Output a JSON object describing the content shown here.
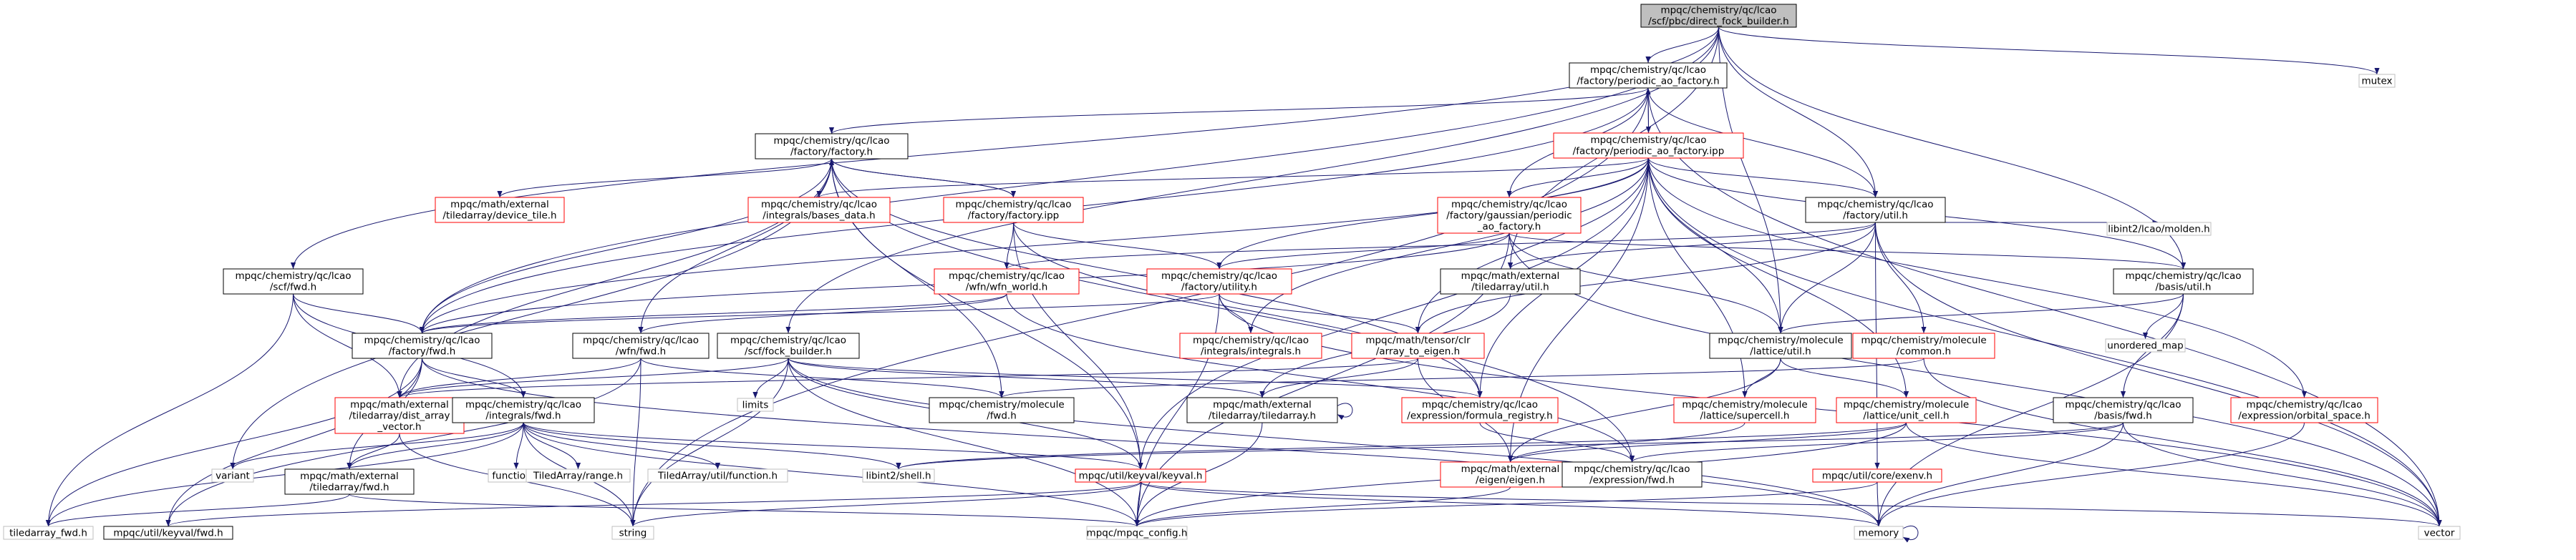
{
  "graph": {
    "colors": {
      "edge": "#191970",
      "box_root_fill": "#bfbfbf",
      "box_black_stroke": "#000000",
      "box_red_stroke": "#ff0000",
      "box_gray_stroke": "#bfbfbf",
      "box_fill": "#ffffff"
    },
    "nodes": [
      {
        "id": "root",
        "style": "root",
        "lines": [
          "mpqc/chemistry/qc/lcao",
          "/scf/pbc/direct_fock_builder.h"
        ]
      },
      {
        "id": "pao",
        "style": "black",
        "lines": [
          "mpqc/chemistry/qc/lcao",
          "/factory/periodic_ao_factory.h"
        ]
      },
      {
        "id": "mutex",
        "style": "gray",
        "lines": [
          "mutex"
        ]
      },
      {
        "id": "facth",
        "style": "black",
        "lines": [
          "mpqc/chemistry/qc/lcao",
          "/factory/factory.h"
        ]
      },
      {
        "id": "paoipp",
        "style": "red",
        "lines": [
          "mpqc/chemistry/qc/lcao",
          "/factory/periodic_ao_factory.ipp"
        ]
      },
      {
        "id": "devtile",
        "style": "red",
        "lines": [
          "mpqc/math/external",
          "/tiledarray/device_tile.h"
        ]
      },
      {
        "id": "basesdata",
        "style": "red",
        "lines": [
          "mpqc/chemistry/qc/lcao",
          "/integrals/bases_data.h"
        ]
      },
      {
        "id": "factipp",
        "style": "red",
        "lines": [
          "mpqc/chemistry/qc/lcao",
          "/factory/factory.ipp"
        ]
      },
      {
        "id": "gpao",
        "style": "red",
        "lines": [
          "mpqc/chemistry/qc/lcao",
          "/factory/gaussian/periodic",
          "_ao_factory.h"
        ]
      },
      {
        "id": "futil",
        "style": "black",
        "lines": [
          "mpqc/chemistry/qc/lcao",
          "/factory/util.h"
        ]
      },
      {
        "id": "molden",
        "style": "gray",
        "lines": [
          "libint2/lcao/molden.h"
        ]
      },
      {
        "id": "scffwd",
        "style": "black",
        "lines": [
          "mpqc/chemistry/qc/lcao",
          "/scf/fwd.h"
        ]
      },
      {
        "id": "wfnworld",
        "style": "red",
        "lines": [
          "mpqc/chemistry/qc/lcao",
          "/wfn/wfn_world.h"
        ]
      },
      {
        "id": "futility",
        "style": "red",
        "lines": [
          "mpqc/chemistry/qc/lcao",
          "/factory/utility.h"
        ]
      },
      {
        "id": "tautil",
        "style": "black",
        "lines": [
          "mpqc/math/external",
          "/tiledarray/util.h"
        ]
      },
      {
        "id": "basisutil",
        "style": "black",
        "lines": [
          "mpqc/chemistry/qc/lcao",
          "/basis/util.h"
        ]
      },
      {
        "id": "factfwd",
        "style": "black",
        "lines": [
          "mpqc/chemistry/qc/lcao",
          "/factory/fwd.h"
        ]
      },
      {
        "id": "wfnfwd",
        "style": "black",
        "lines": [
          "mpqc/chemistry/qc/lcao",
          "/wfn/fwd.h"
        ]
      },
      {
        "id": "fockb",
        "style": "black",
        "lines": [
          "mpqc/chemistry/qc/lcao",
          "/scf/fock_builder.h"
        ]
      },
      {
        "id": "intint",
        "style": "red",
        "lines": [
          "mpqc/chemistry/qc/lcao",
          "/integrals/integrals.h"
        ]
      },
      {
        "id": "a2e",
        "style": "red",
        "lines": [
          "mpqc/math/tensor/clr",
          "/array_to_eigen.h"
        ]
      },
      {
        "id": "latutil",
        "style": "black",
        "lines": [
          "mpqc/chemistry/molecule",
          "/lattice/util.h"
        ]
      },
      {
        "id": "common",
        "style": "red",
        "lines": [
          "mpqc/chemistry/molecule",
          "/common.h"
        ]
      },
      {
        "id": "umap",
        "style": "gray",
        "lines": [
          "unordered_map"
        ]
      },
      {
        "id": "distarr",
        "style": "red",
        "lines": [
          "mpqc/math/external",
          "/tiledarray/dist_array",
          "_vector.h"
        ]
      },
      {
        "id": "intfwd",
        "style": "black",
        "lines": [
          "mpqc/chemistry/qc/lcao",
          "/integrals/fwd.h"
        ]
      },
      {
        "id": "limits",
        "style": "gray",
        "lines": [
          "limits"
        ]
      },
      {
        "id": "molfwd",
        "style": "black",
        "lines": [
          "mpqc/chemistry/molecule",
          "/fwd.h"
        ]
      },
      {
        "id": "tatiledarray",
        "style": "black",
        "lines": [
          "mpqc/math/external",
          "/tiledarray/tiledarray.h"
        ]
      },
      {
        "id": "formreg",
        "style": "red",
        "lines": [
          "mpqc/chemistry/qc/lcao",
          "/expression/formula_registry.h"
        ]
      },
      {
        "id": "supercell",
        "style": "red",
        "lines": [
          "mpqc/chemistry/molecule",
          "/lattice/supercell.h"
        ]
      },
      {
        "id": "unitcell",
        "style": "red",
        "lines": [
          "mpqc/chemistry/molecule",
          "/lattice/unit_cell.h"
        ]
      },
      {
        "id": "basisfwd",
        "style": "black",
        "lines": [
          "mpqc/chemistry/qc/lcao",
          "/basis/fwd.h"
        ]
      },
      {
        "id": "orbspace",
        "style": "red",
        "lines": [
          "mpqc/chemistry/qc/lcao",
          "/expression/orbital_space.h"
        ]
      },
      {
        "id": "variant",
        "style": "gray",
        "lines": [
          "variant"
        ]
      },
      {
        "id": "tafwd",
        "style": "black",
        "lines": [
          "mpqc/math/external",
          "/tiledarray/fwd.h"
        ]
      },
      {
        "id": "functional",
        "style": "gray",
        "lines": [
          "functional"
        ]
      },
      {
        "id": "tarange",
        "style": "gray",
        "lines": [
          "TiledArray/range.h"
        ]
      },
      {
        "id": "tafunc",
        "style": "gray",
        "lines": [
          "TiledArray/util/function.h"
        ]
      },
      {
        "id": "shell",
        "style": "gray",
        "lines": [
          "libint2/shell.h"
        ]
      },
      {
        "id": "keyval",
        "style": "red",
        "lines": [
          "mpqc/util/keyval/keyval.h"
        ]
      },
      {
        "id": "eigen",
        "style": "red",
        "lines": [
          "mpqc/math/external",
          "/eigen/eigen.h"
        ]
      },
      {
        "id": "exprfwd",
        "style": "black",
        "lines": [
          "mpqc/chemistry/qc/lcao",
          "/expression/fwd.h"
        ]
      },
      {
        "id": "exenv",
        "style": "red",
        "lines": [
          "mpqc/util/core/exenv.h"
        ]
      },
      {
        "id": "tiledfwd",
        "style": "gray",
        "lines": [
          "tiledarray_fwd.h"
        ]
      },
      {
        "id": "keyvalfwd",
        "style": "black",
        "lines": [
          "mpqc/util/keyval/fwd.h"
        ]
      },
      {
        "id": "string",
        "style": "gray",
        "lines": [
          "string"
        ]
      },
      {
        "id": "config",
        "style": "gray",
        "lines": [
          "mpqc/mpqc_config.h"
        ]
      },
      {
        "id": "memory",
        "style": "gray",
        "lines": [
          "memory"
        ]
      },
      {
        "id": "vector",
        "style": "gray",
        "lines": [
          "vector"
        ]
      }
    ],
    "edges": [
      [
        "root",
        "pao"
      ],
      [
        "root",
        "mutex"
      ],
      [
        "root",
        "futil"
      ],
      [
        "root",
        "scffwd"
      ],
      [
        "root",
        "tautil"
      ],
      [
        "root",
        "basisutil"
      ],
      [
        "root",
        "factfwd"
      ],
      [
        "root",
        "fockb"
      ],
      [
        "root",
        "latutil"
      ],
      [
        "pao",
        "facth"
      ],
      [
        "pao",
        "paoipp"
      ],
      [
        "pao",
        "futil"
      ],
      [
        "pao",
        "factfwd"
      ],
      [
        "pao",
        "vector"
      ],
      [
        "pao",
        "string"
      ],
      [
        "facth",
        "devtile"
      ],
      [
        "facth",
        "factipp"
      ],
      [
        "facth",
        "factfwd"
      ],
      [
        "facth",
        "wfnfwd"
      ],
      [
        "facth",
        "distarr"
      ],
      [
        "facth",
        "molfwd"
      ],
      [
        "facth",
        "formreg"
      ],
      [
        "facth",
        "exprfwd"
      ],
      [
        "facth",
        "variant"
      ],
      [
        "facth",
        "keyval"
      ],
      [
        "paoipp",
        "pao"
      ],
      [
        "paoipp",
        "basesdata"
      ],
      [
        "paoipp",
        "gpao"
      ],
      [
        "paoipp",
        "futil"
      ],
      [
        "paoipp",
        "futility"
      ],
      [
        "paoipp",
        "basisutil"
      ],
      [
        "paoipp",
        "intint"
      ],
      [
        "paoipp",
        "a2e"
      ],
      [
        "paoipp",
        "latutil"
      ],
      [
        "paoipp",
        "supercell"
      ],
      [
        "paoipp",
        "unitcell"
      ],
      [
        "paoipp",
        "factfwd"
      ],
      [
        "paoipp",
        "formreg"
      ],
      [
        "paoipp",
        "keyval"
      ],
      [
        "paoipp",
        "eigen"
      ],
      [
        "paoipp",
        "vector"
      ],
      [
        "paoipp",
        "orbspace"
      ],
      [
        "factipp",
        "facth"
      ],
      [
        "factipp",
        "wfnworld"
      ],
      [
        "factipp",
        "futility"
      ],
      [
        "factipp",
        "keyval"
      ],
      [
        "factipp",
        "formreg"
      ],
      [
        "gpao",
        "pao"
      ],
      [
        "gpao",
        "futility"
      ],
      [
        "gpao",
        "basisutil"
      ],
      [
        "gpao",
        "latutil"
      ],
      [
        "gpao",
        "factfwd"
      ],
      [
        "gpao",
        "vector"
      ],
      [
        "gpao",
        "config"
      ],
      [
        "futil",
        "tautil"
      ],
      [
        "futil",
        "a2e"
      ],
      [
        "futil",
        "latutil"
      ],
      [
        "futil",
        "common"
      ],
      [
        "futil",
        "wfnworld"
      ],
      [
        "futil",
        "molden"
      ],
      [
        "futil",
        "exenv"
      ],
      [
        "futil",
        "vector"
      ],
      [
        "scffwd",
        "factfwd"
      ],
      [
        "scffwd",
        "intfwd"
      ],
      [
        "scffwd",
        "distarr"
      ],
      [
        "scffwd",
        "tiledfwd"
      ],
      [
        "wfnworld",
        "wfnfwd"
      ],
      [
        "wfnworld",
        "factfwd"
      ],
      [
        "wfnworld",
        "exprfwd"
      ],
      [
        "futility",
        "intint"
      ],
      [
        "futility",
        "a2e"
      ],
      [
        "futility",
        "config"
      ],
      [
        "futility",
        "factfwd"
      ],
      [
        "futility",
        "vector"
      ],
      [
        "tautil",
        "tatiledarray"
      ],
      [
        "basisutil",
        "latutil"
      ],
      [
        "basisutil",
        "basisfwd"
      ],
      [
        "basisutil",
        "umap"
      ],
      [
        "basisutil",
        "memory"
      ],
      [
        "factfwd",
        "intfwd"
      ],
      [
        "factfwd",
        "tafwd"
      ],
      [
        "factfwd",
        "keyvalfwd"
      ],
      [
        "factfwd",
        "tiledfwd"
      ],
      [
        "factfwd",
        "memory"
      ],
      [
        "wfnfwd",
        "distarr"
      ],
      [
        "wfnfwd",
        "molfwd"
      ],
      [
        "wfnfwd",
        "keyvalfwd"
      ],
      [
        "wfnfwd",
        "string"
      ],
      [
        "fockb",
        "tatiledarray"
      ],
      [
        "fockb",
        "limits"
      ],
      [
        "fockb",
        "formreg"
      ],
      [
        "fockb",
        "keyval"
      ],
      [
        "fockb",
        "config"
      ],
      [
        "fockb",
        "memory"
      ],
      [
        "fockb",
        "string"
      ],
      [
        "fockb",
        "distarr"
      ],
      [
        "a2e",
        "tatiledarray"
      ],
      [
        "a2e",
        "eigen"
      ],
      [
        "a2e",
        "distarr"
      ],
      [
        "latutil",
        "supercell"
      ],
      [
        "latutil",
        "unitcell"
      ],
      [
        "latutil",
        "eigen"
      ],
      [
        "common",
        "molfwd"
      ],
      [
        "common",
        "vector"
      ],
      [
        "distarr",
        "tafwd"
      ],
      [
        "distarr",
        "string"
      ],
      [
        "intfwd",
        "variant"
      ],
      [
        "intfwd",
        "tafwd"
      ],
      [
        "intfwd",
        "functional"
      ],
      [
        "intfwd",
        "tarange"
      ],
      [
        "intfwd",
        "tafunc"
      ],
      [
        "intfwd",
        "shell"
      ],
      [
        "intfwd",
        "keyval"
      ],
      [
        "intfwd",
        "config"
      ],
      [
        "intfwd",
        "string"
      ],
      [
        "intfwd",
        "tiledfwd"
      ],
      [
        "tatiledarray",
        "tatiledarray"
      ],
      [
        "tatiledarray",
        "config"
      ],
      [
        "formreg",
        "exprfwd"
      ],
      [
        "supercell",
        "eigen"
      ],
      [
        "unitcell",
        "shell"
      ],
      [
        "unitcell",
        "eigen"
      ],
      [
        "unitcell",
        "config"
      ],
      [
        "unitcell",
        "vector"
      ],
      [
        "basisfwd",
        "shell"
      ],
      [
        "basisfwd",
        "exprfwd"
      ],
      [
        "basisfwd",
        "memory"
      ],
      [
        "basisfwd",
        "vector"
      ],
      [
        "orbspace",
        "memory"
      ],
      [
        "tafwd",
        "config"
      ],
      [
        "tafwd",
        "tiledfwd"
      ],
      [
        "keyval",
        "keyvalfwd"
      ],
      [
        "keyval",
        "config"
      ],
      [
        "keyval",
        "memory"
      ],
      [
        "keyval",
        "string"
      ],
      [
        "keyval",
        "vector"
      ],
      [
        "eigen",
        "config"
      ],
      [
        "exenv",
        "config"
      ],
      [
        "exenv",
        "memory"
      ],
      [
        "memory",
        "memory"
      ]
    ]
  }
}
